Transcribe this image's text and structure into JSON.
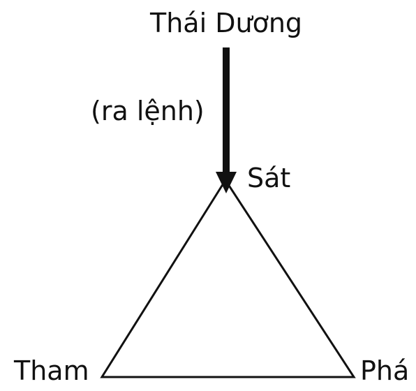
{
  "diagram": {
    "top_node": "Thái Dương",
    "arrow_label": "(ra lệnh)",
    "apex_node": "Sát",
    "left_node": "Tham",
    "right_node": "Phá"
  },
  "colors": {
    "stroke": "#111111",
    "background": "#ffffff"
  }
}
